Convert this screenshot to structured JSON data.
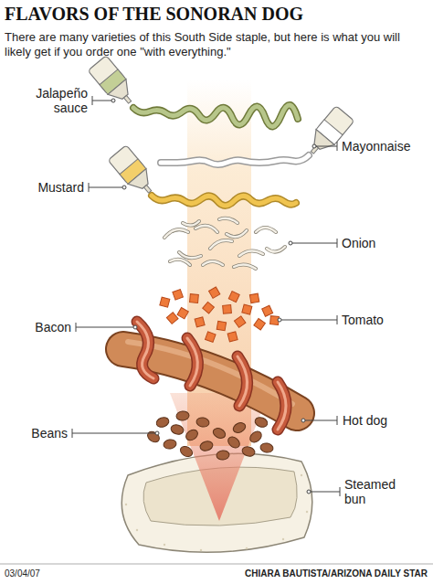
{
  "diagram": {
    "title": "FLAVORS OF THE SONORAN DOG",
    "caption": "There are many varieties of this South Side staple, but here is what you will likely get if you order one \"with everything.\"",
    "labels": [
      "Jalapeño sauce",
      "Mayonnaise",
      "Mustard",
      "Onion",
      "Tomato",
      "Bacon",
      "Hot dog",
      "Beans",
      "Steamed bun",
      "03/04/07",
      "CHIARA BAUTISTA/ARIZONA DAILY STAR"
    ]
  }
}
